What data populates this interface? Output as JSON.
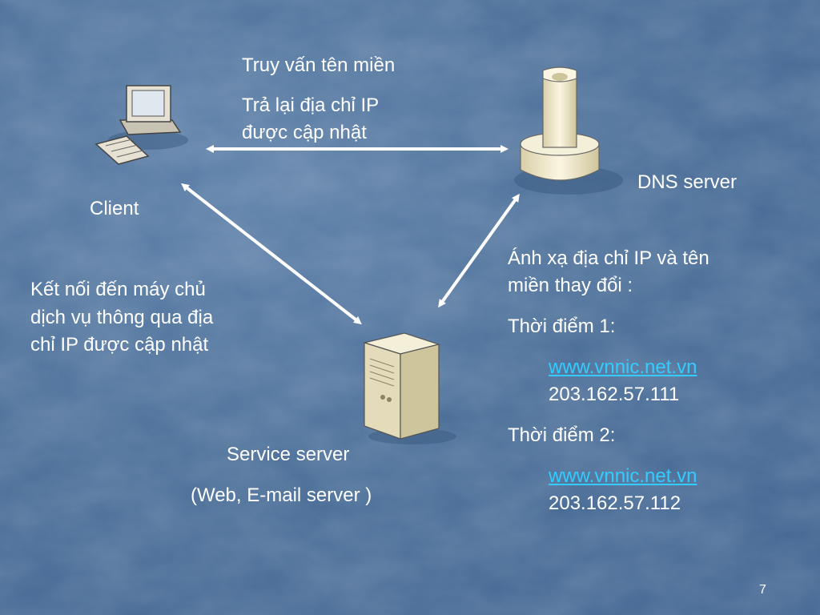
{
  "slide": {
    "page_number": "7",
    "colors": {
      "background": "#4a6e98",
      "text": "#ffffff",
      "link": "#33ccff",
      "arrow": "#ffffff"
    }
  },
  "nodes": {
    "client": {
      "label": "Client",
      "icon": "desktop-computer-icon"
    },
    "dns": {
      "label": "DNS server",
      "icon": "dns-server-icon"
    },
    "service": {
      "label": "Service server",
      "sublabel": "(Web, E-mail server )",
      "icon": "server-tower-icon"
    }
  },
  "edges": {
    "client_dns": {
      "line1": "Truy vấn tên miền",
      "line2a": "Trả lại địa chỉ IP",
      "line2b": "được cập nhật"
    },
    "client_service": {
      "line1": "Kết nối đến máy chủ",
      "line2": "dịch vụ thông qua địa",
      "line3": "chỉ IP được cập nhật"
    },
    "dns_service": {
      "line1": "Ánh xạ địa chỉ IP và tên",
      "line2": "miền thay đổi :",
      "time1_label": "Thời điểm 1:",
      "time1_domain": "www.vnnic.net.vn",
      "time1_ip": "203.162.57.111",
      "time2_label": "Thời điểm 2:",
      "time2_domain": "www.vnnic.net.vn",
      "time2_ip": "203.162.57.112"
    }
  }
}
